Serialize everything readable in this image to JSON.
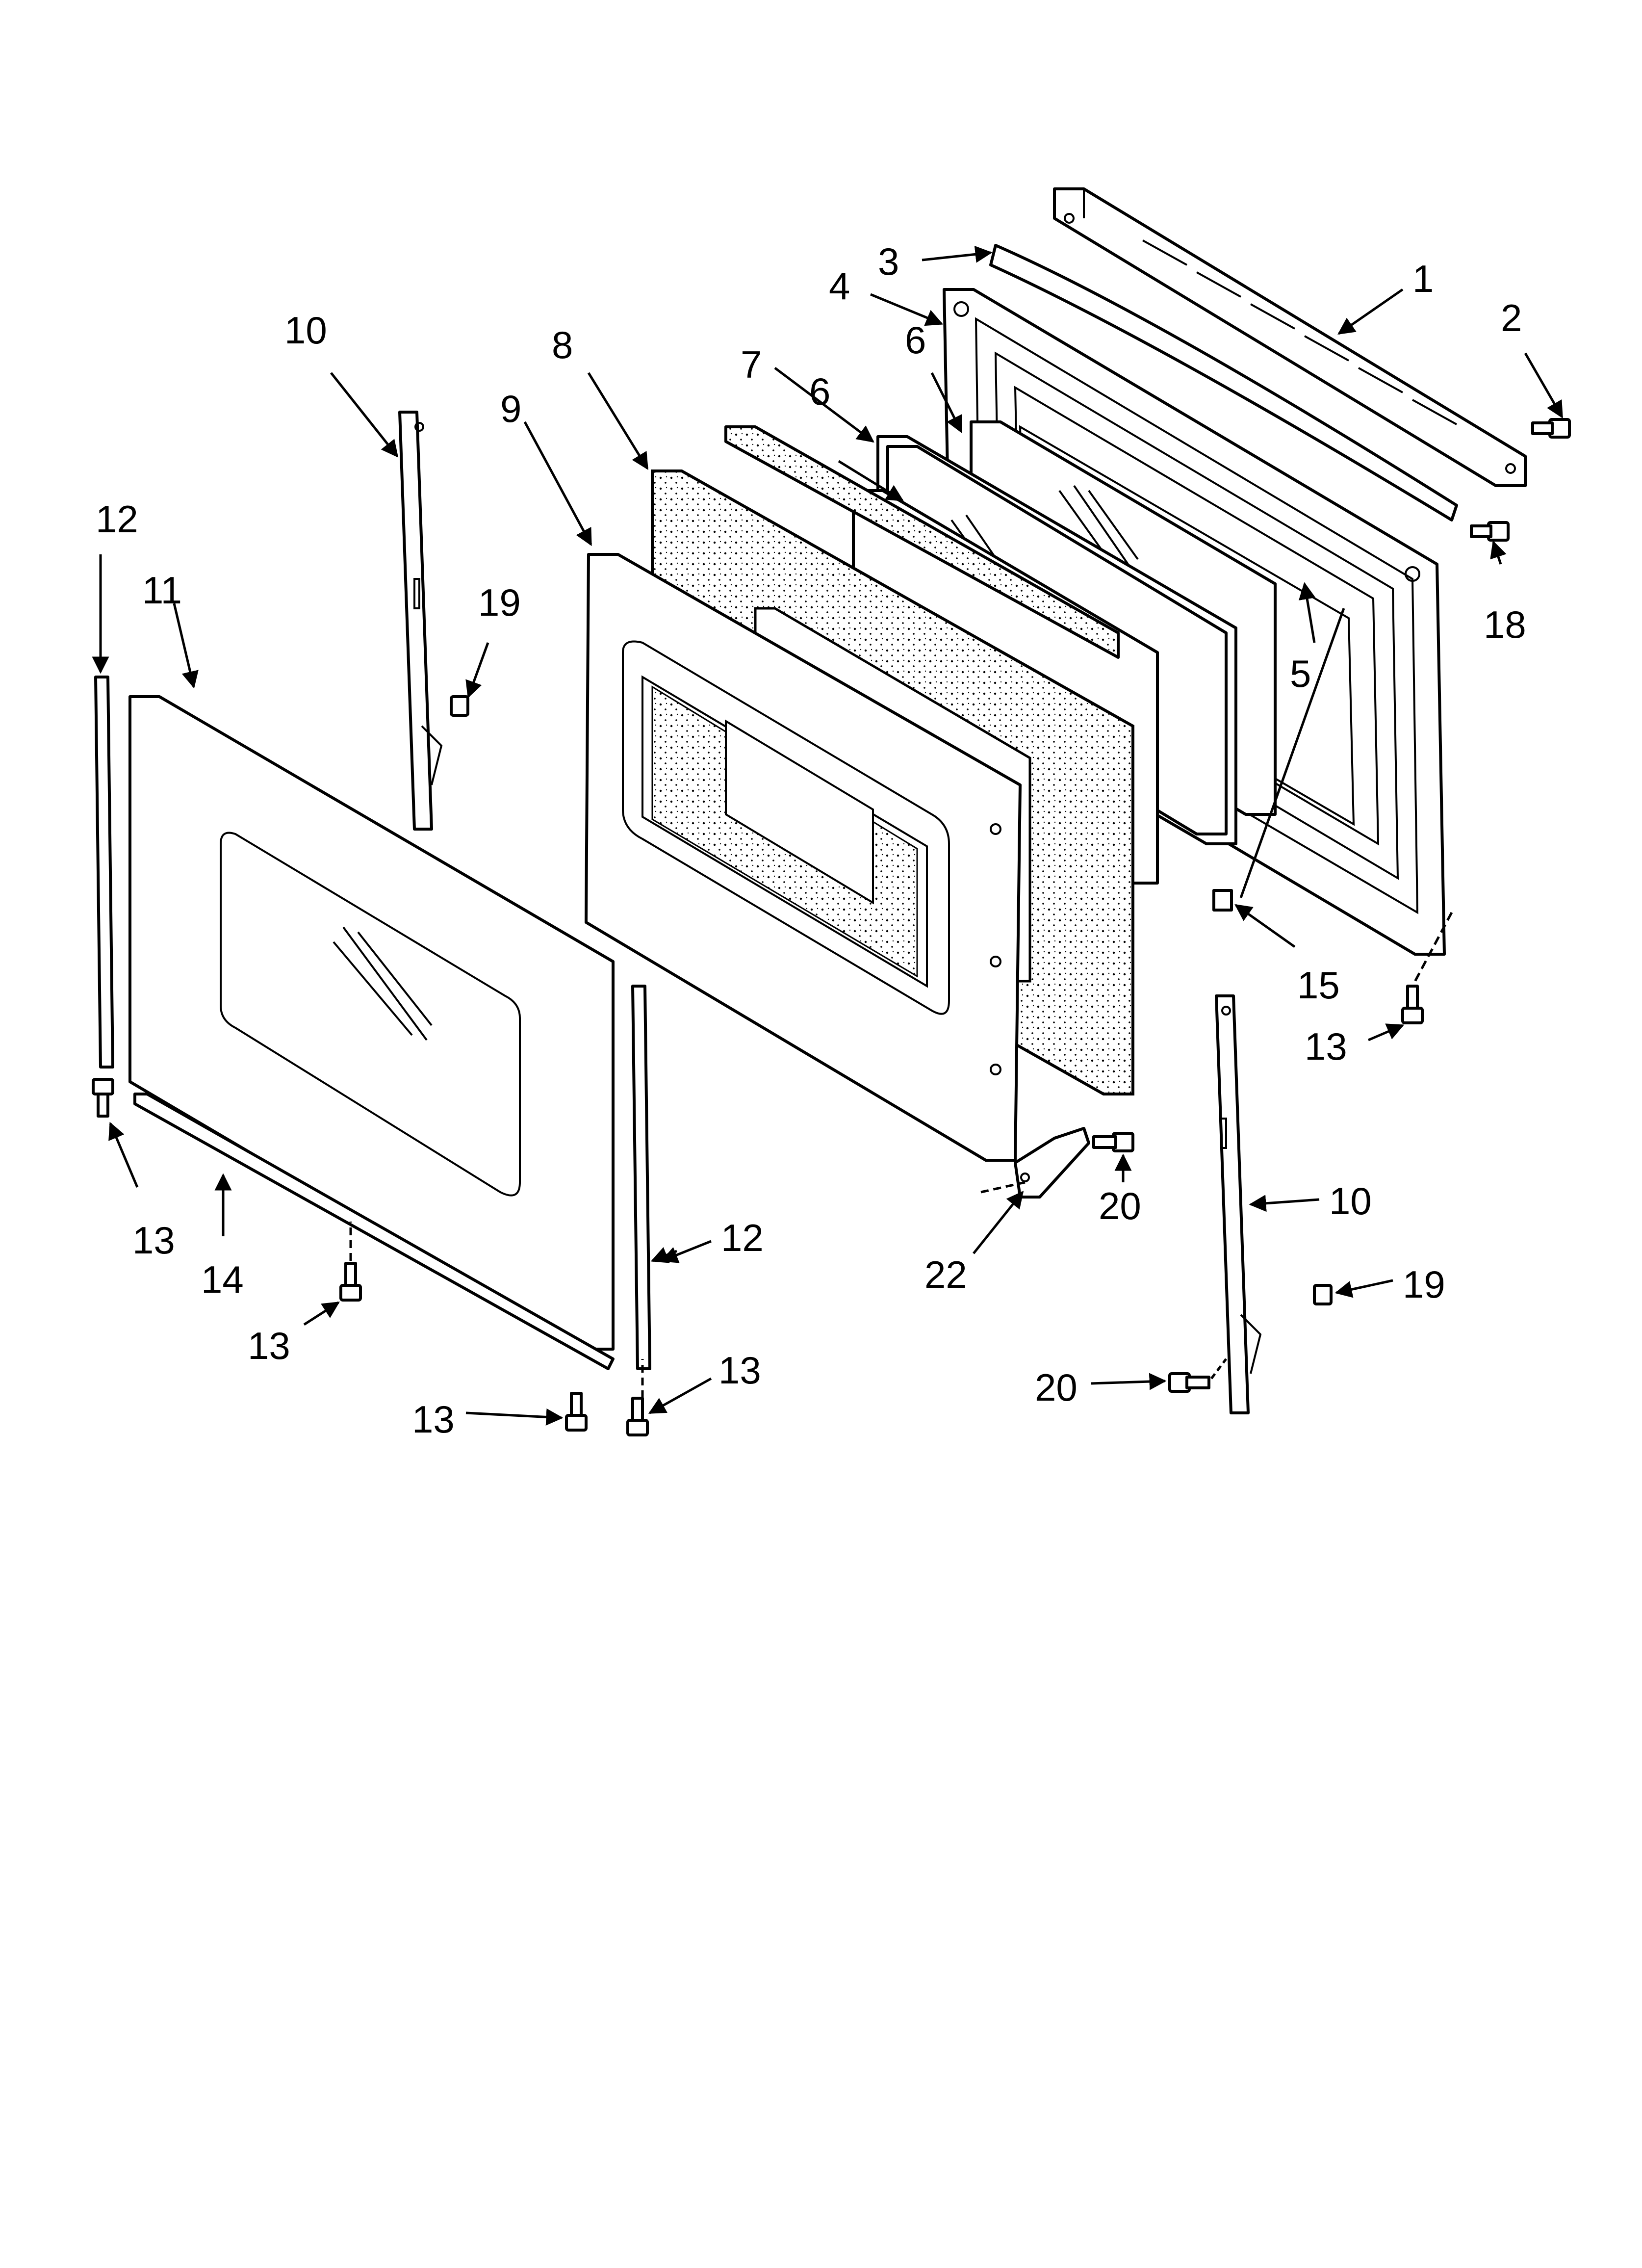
{
  "callouts": [
    {
      "id": "c1",
      "label": "1"
    },
    {
      "id": "c2",
      "label": "2"
    },
    {
      "id": "c3",
      "label": "3"
    },
    {
      "id": "c4",
      "label": "4"
    },
    {
      "id": "c5",
      "label": "5"
    },
    {
      "id": "c6a",
      "label": "6"
    },
    {
      "id": "c6b",
      "label": "6"
    },
    {
      "id": "c7",
      "label": "7"
    },
    {
      "id": "c8",
      "label": "8"
    },
    {
      "id": "c9",
      "label": "9"
    },
    {
      "id": "c10a",
      "label": "10"
    },
    {
      "id": "c10b",
      "label": "10"
    },
    {
      "id": "c11",
      "label": "11"
    },
    {
      "id": "c12a",
      "label": "12"
    },
    {
      "id": "c12b",
      "label": "12"
    },
    {
      "id": "c13a",
      "label": "13"
    },
    {
      "id": "c13b",
      "label": "13"
    },
    {
      "id": "c13c",
      "label": "13"
    },
    {
      "id": "c13d",
      "label": "13"
    },
    {
      "id": "c13e",
      "label": "13"
    },
    {
      "id": "c14",
      "label": "14"
    },
    {
      "id": "c15",
      "label": "15"
    },
    {
      "id": "c18",
      "label": "18"
    },
    {
      "id": "c19a",
      "label": "19"
    },
    {
      "id": "c19b",
      "label": "19"
    },
    {
      "id": "c20a",
      "label": "20"
    },
    {
      "id": "c20b",
      "label": "20"
    },
    {
      "id": "c22",
      "label": "22"
    }
  ]
}
